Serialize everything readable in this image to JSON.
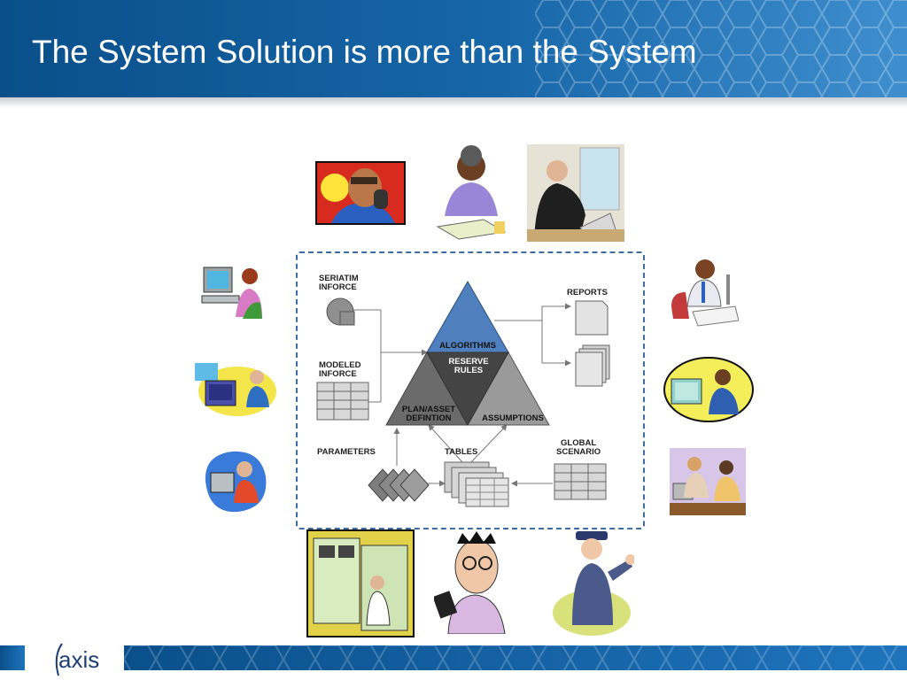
{
  "slide": {
    "title": "The System Solution is more than the System"
  },
  "diagram": {
    "seriatim_inforce": "SERIATIM\nINFORCE",
    "modeled_inforce": "MODELED\nINFORCE",
    "parameters": "PARAMETERS",
    "tables": "TABLES",
    "global_scenario": "GLOBAL\nSCENARIO",
    "reports": "REPORTS",
    "algorithms": "ALGORITHMS",
    "reserve_rules": "RESERVE\nRULES",
    "plan_asset_definition": "PLAN/ASSET\nDEFINTION",
    "assumptions": "ASSUMPTIONS"
  },
  "footer": {
    "logo_text": "axis"
  },
  "colors": {
    "header_blue": "#1766a8",
    "triangle_blue": "#4f7fbd",
    "triangle_dark": "#555555",
    "triangle_mid": "#8a8a8a",
    "dashed_border": "#3b6ea3"
  }
}
